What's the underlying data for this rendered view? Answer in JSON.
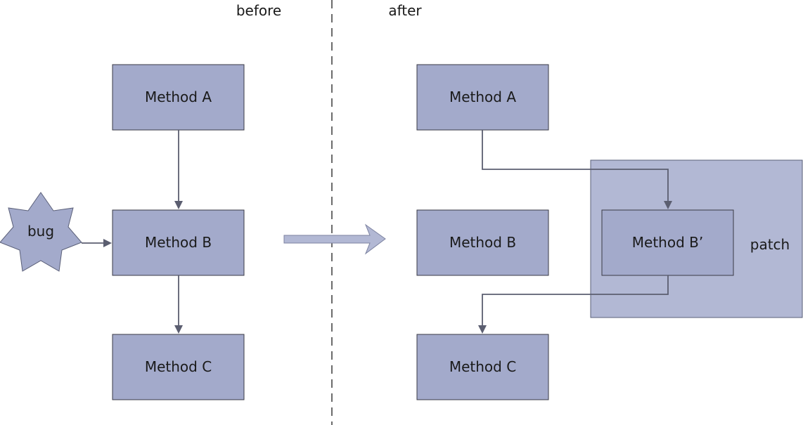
{
  "section_labels": {
    "before": "before",
    "after": "after"
  },
  "before": {
    "method_a": "Method A",
    "method_b": "Method B",
    "method_c": "Method C",
    "bug": "bug"
  },
  "after": {
    "method_a": "Method A",
    "method_b": "Method B",
    "method_b_prime": "Method B’",
    "method_c": "Method C",
    "patch": "patch"
  },
  "colors": {
    "box_fill": "#a3aacb",
    "patch_fill": "#b2b8d4",
    "bug_fill": "#a3aacb",
    "arrow": "#5b5e70",
    "transition_arrow_fill": "#b2b8d4",
    "divider": "#6b6b6b"
  }
}
